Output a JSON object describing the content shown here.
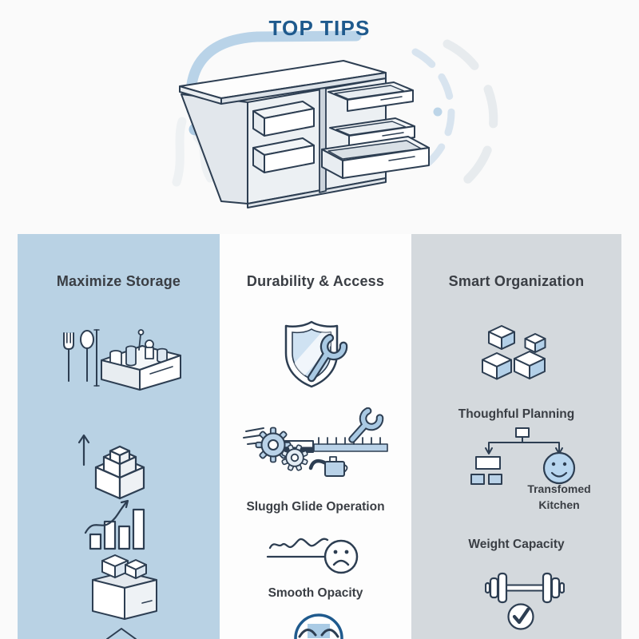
{
  "title": "TOP TIPS",
  "hero": {
    "illustration": "isometric-cabinet-with-pullout-drawers",
    "decorations": [
      "blue-swoosh-curve",
      "blue-dot",
      "dashed-arc-right",
      "faint-figure-left"
    ]
  },
  "columns": [
    {
      "id": "maximize-storage",
      "heading": "Maximize Storage",
      "captions": [],
      "icons": [
        "utensils-drawer-icon",
        "stacked-boxes-arrow-icon",
        "growth-chart-arrow-icon",
        "packed-crate-icon",
        "diamond-tip-icon"
      ]
    },
    {
      "id": "durability-access",
      "heading": "Durability & Access",
      "captions": [
        "Sluggh Glide Operation",
        "Smooth Opacity"
      ],
      "icons": [
        "shield-wrench-icon",
        "gears-ruler-wrench-oilcan-icon",
        "wave-frown-face-icon",
        "partial-circle-gauge-icon"
      ]
    },
    {
      "id": "smart-organization",
      "heading": "Smart Organization",
      "captions": [
        "Thoughful Planning",
        "Transfomed\nKitchen",
        "Weight Capacity"
      ],
      "icons": [
        "stacked-cubes-icon",
        "planning-tree-smiley-icon",
        "dumbbell-icon",
        "check-circle-icon"
      ]
    }
  ],
  "colors": {
    "page_bg": "#fafafa",
    "title_blue": "#1f5a8d",
    "swoosh_blue": "#b9d3e8",
    "col1_bg": "#b9d2e4",
    "col2_bg": "#fdfdfd",
    "col3_bg": "#d4d9dd",
    "heading_text": "#3a3e44",
    "icon_stroke": "#2d3e52",
    "icon_blue": "#b9d2e8",
    "icon_blue_light": "#cfe2f2"
  }
}
